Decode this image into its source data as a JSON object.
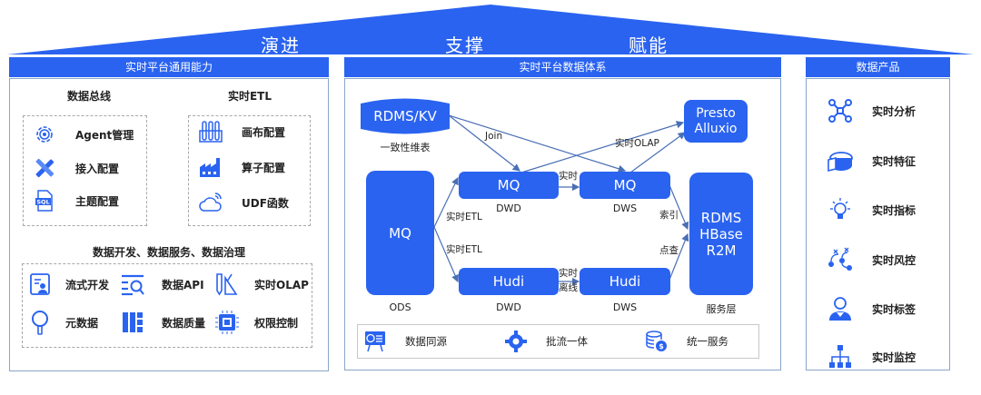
{
  "colors": {
    "primary": "#2a63f0",
    "border": "#8aa6c8",
    "text": "#222222",
    "dash": "#a8a8a8"
  },
  "roof": {
    "words": [
      "演进",
      "支撑",
      "赋能"
    ]
  },
  "left_panel": {
    "title": "实时平台通用能力",
    "data_bus": {
      "title": "数据总线",
      "items": [
        {
          "icon": "gear-icon",
          "label": "Agent管理"
        },
        {
          "icon": "pencil-ruler-icon",
          "label": "接入配置"
        },
        {
          "icon": "sql-file-icon",
          "label": "主题配置"
        }
      ]
    },
    "realtime_etl": {
      "title": "实时ETL",
      "items": [
        {
          "icon": "test-tubes-icon",
          "label": "画布配置"
        },
        {
          "icon": "factory-icon",
          "label": "算子配置"
        },
        {
          "icon": "cloud-signal-icon",
          "label": "UDF函数"
        }
      ]
    },
    "dev_service": {
      "title": "数据开发、数据服务、数据治理",
      "items": [
        {
          "icon": "document-user-icon",
          "label": "流式开发"
        },
        {
          "icon": "list-search-icon",
          "label": "数据API"
        },
        {
          "icon": "pencil-triangle-icon",
          "label": "实时OLAP"
        },
        {
          "icon": "magnifier-icon",
          "label": "元数据"
        },
        {
          "icon": "columns-icon",
          "label": "数据质量"
        },
        {
          "icon": "chip-icon",
          "label": "权限控制"
        }
      ]
    }
  },
  "middle_panel": {
    "title": "实时平台数据体系",
    "nodes": {
      "rdms_kv": "RDMS/KV",
      "rdms_kv_caption": "一致性维表",
      "ods_mq": "MQ",
      "ods_caption": "ODS",
      "dwd_mq": "MQ",
      "dwd_mq_caption": "DWD",
      "dws_mq": "MQ",
      "dws_mq_caption": "DWS",
      "dwd_hudi": "Hudi",
      "dwd_hudi_caption": "DWD",
      "dws_hudi": "Hudi",
      "dws_hudi_caption": "DWS",
      "presto_line1": "Presto",
      "presto_line2": "Alluxio",
      "serve_line1": "RDMS",
      "serve_line2": "HBase",
      "serve_line3": "R2M",
      "serve_caption": "服务层"
    },
    "edges": {
      "join": "Join",
      "etl_upper": "实时ETL",
      "etl_lower": "实时ETL",
      "realtime_upper": "实时",
      "realtime_lower_1": "实时",
      "realtime_lower_2": "离线",
      "olap": "实时OLAP",
      "index": "索引",
      "lookup": "点查"
    },
    "bottom": [
      {
        "icon": "presentation-icon",
        "label": "数据同源"
      },
      {
        "icon": "gear-cycle-icon",
        "label": "批流一体"
      },
      {
        "icon": "coins-icon",
        "label": "统一服务"
      }
    ]
  },
  "right_panel": {
    "title": "数据产品",
    "items": [
      {
        "icon": "network-icon",
        "label": "实时分析"
      },
      {
        "icon": "pie-3d-icon",
        "label": "实时特征"
      },
      {
        "icon": "lightbulb-icon",
        "label": "实时指标"
      },
      {
        "icon": "risk-flow-icon",
        "label": "实时风控"
      },
      {
        "icon": "user-badge-icon",
        "label": "实时标签"
      },
      {
        "icon": "hierarchy-icon",
        "label": "实时监控"
      }
    ]
  }
}
